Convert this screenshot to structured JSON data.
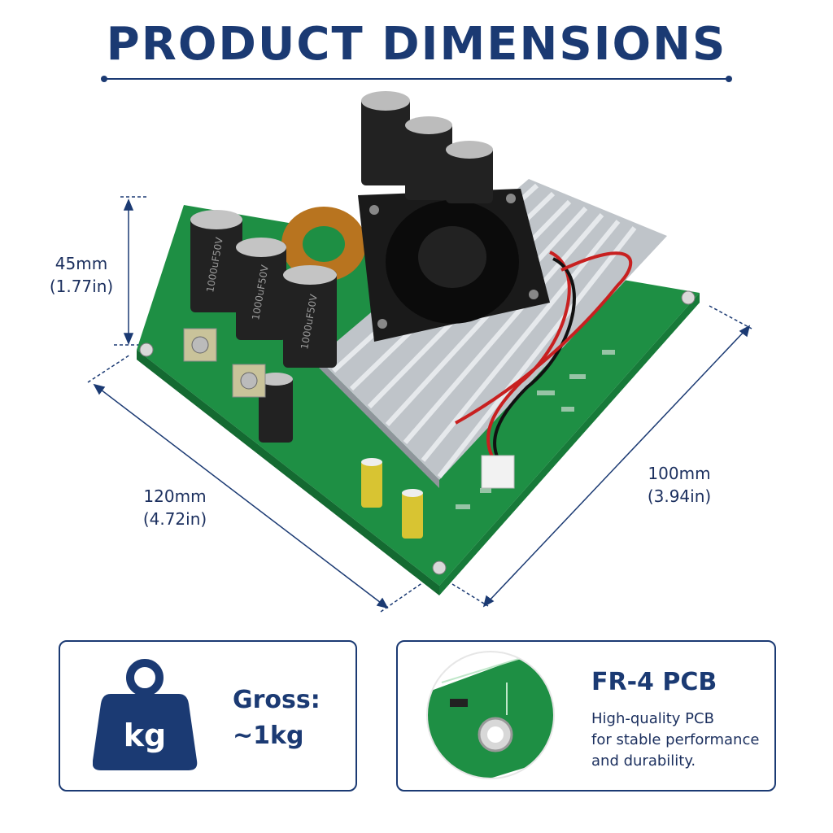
{
  "title": "PRODUCT DIMENSIONS",
  "dimensions": {
    "height": {
      "mm": "45mm",
      "in": "(1.77in)"
    },
    "length": {
      "mm": "120mm",
      "in": "(4.72in)"
    },
    "width": {
      "mm": "100mm",
      "in": "(3.94in)"
    }
  },
  "weight_card": {
    "icon_label": "kg",
    "line1": "Gross:",
    "line2": "~1kg"
  },
  "pcb_card": {
    "title": "FR-4 PCB",
    "desc_line1": "High-quality PCB",
    "desc_line2": "for stable performance",
    "desc_line3": "and durability."
  },
  "colors": {
    "navy": "#1b3a73",
    "pcb_green": "#1f9a4a",
    "heatsink": "#c9cdd2"
  },
  "component_labels": {
    "capacitor": "1000uF50V"
  }
}
